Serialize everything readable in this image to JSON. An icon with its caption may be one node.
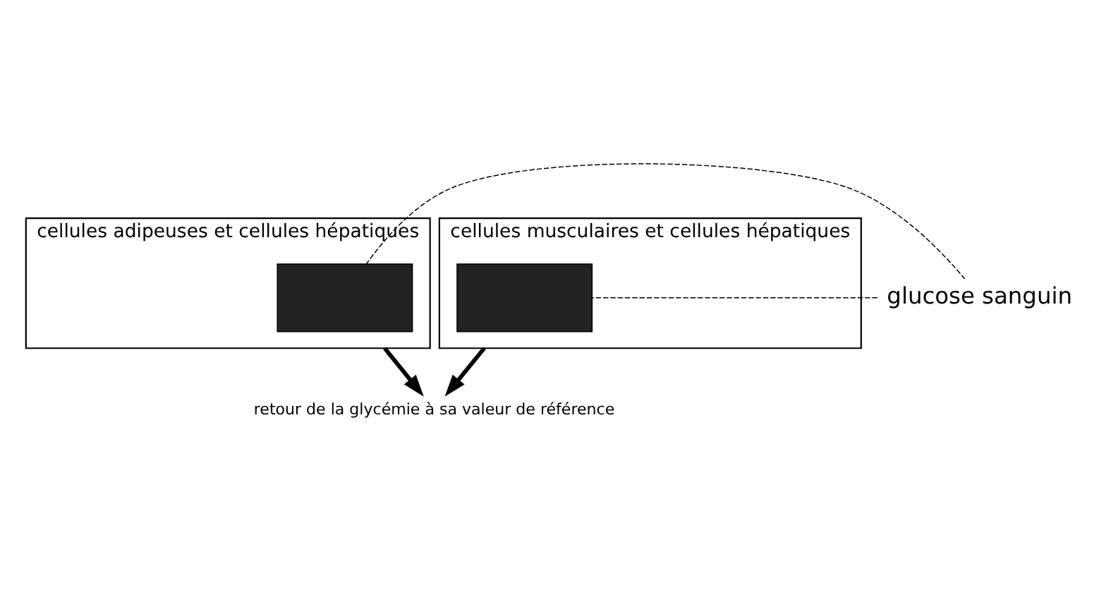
{
  "diagram": {
    "nodes": [
      {
        "text": [
          "cellules adipeuses et cellules hépatiques"
        ]
      },
      {
        "text": [],
        "shape": "box",
        "in": 0
      },
      {
        "text": [
          "glucose sanguin"
        ]
      },
      {
        "text": [
          "cellules musculaires et cellules hépatiques"
        ]
      },
      {
        "text": [],
        "shape": "box",
        "in": 3
      },
      {
        "text": [
          "retour de la glycémie à sa valeur de référence"
        ]
      }
    ],
    "edges": [
      {
        "from": 2,
        "to": 1,
        "arrow": "none",
        "style": "dashed"
      },
      {
        "from": 2,
        "to": 4,
        "arrow": "none",
        "style": "dashed"
      },
      {
        "from": 0,
        "to": 5,
        "arrow": "to",
        "style": "thick"
      },
      {
        "from": 3,
        "to": 5,
        "arrow": "to",
        "style": "thick"
      }
    ]
  }
}
